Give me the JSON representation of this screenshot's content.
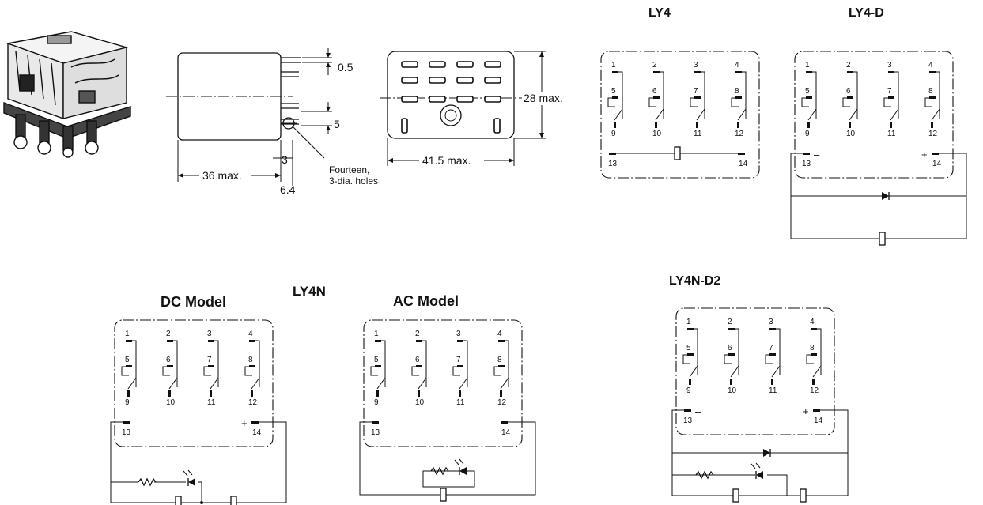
{
  "dimensions": {
    "pin_thickness": "0.5",
    "height": "28 max.",
    "pin_spacing": "5",
    "pin_offset": "3",
    "pin_length": "6.4",
    "length": "36 max.",
    "width": "41.5 max.",
    "holes_note_line1": "Fourteen,",
    "holes_note_line2": "3-dia. holes"
  },
  "diagrams": {
    "ly4": {
      "title": "LY4"
    },
    "ly4d": {
      "title": "LY4-D",
      "minus": "–",
      "plus": "+"
    },
    "ly4n": {
      "title": "LY4N",
      "dc_title": "DC Model",
      "ac_title": "AC Model",
      "minus": "–",
      "plus": "+"
    },
    "ly4nd2": {
      "title": "LY4N-D2",
      "minus": "–",
      "plus": "+"
    }
  },
  "terminals": {
    "top": [
      "1",
      "2",
      "3",
      "4"
    ],
    "mid": [
      "5",
      "6",
      "7",
      "8"
    ],
    "bottom": [
      "9",
      "10",
      "11",
      "12"
    ],
    "coil_left": "13",
    "coil_right": "14"
  }
}
